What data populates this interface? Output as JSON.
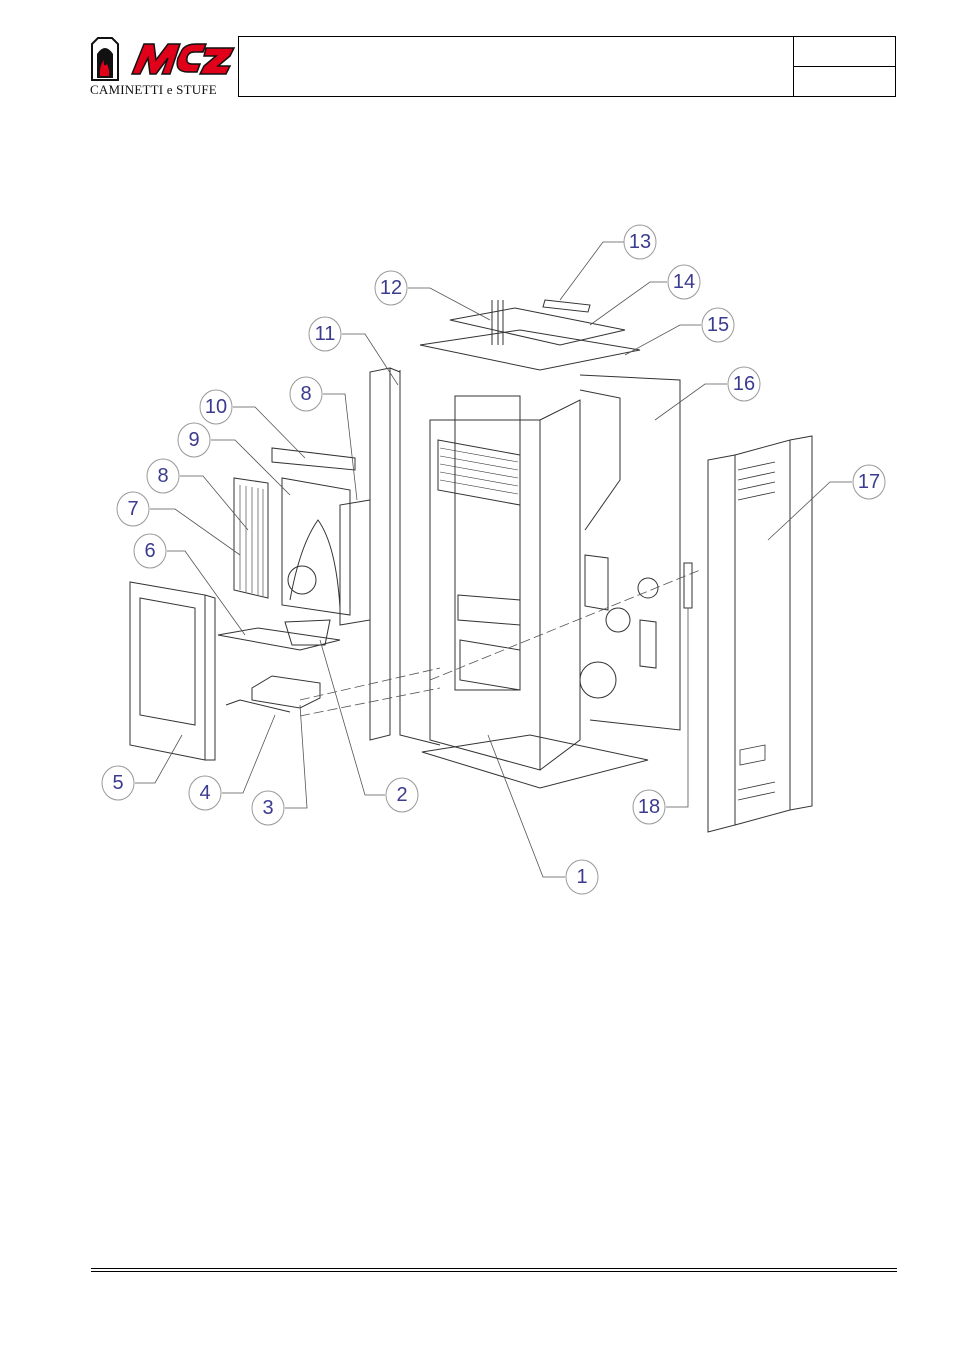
{
  "header": {
    "logo": {
      "brand": "MCZ",
      "tagline": "CAMINETTI e STUFE"
    },
    "title_cell": "",
    "right_top_cell": "",
    "right_bottom_cell": ""
  },
  "diagram": {
    "callouts": [
      "13",
      "12",
      "14",
      "15",
      "11",
      "8",
      "16",
      "10",
      "9",
      "8",
      "17",
      "7",
      "6",
      "5",
      "4",
      "3",
      "2",
      "18",
      "1"
    ],
    "colors": {
      "callout_text": "#3b3b8f",
      "callout_circle": "#9a9a9a",
      "line": "#333333"
    }
  }
}
